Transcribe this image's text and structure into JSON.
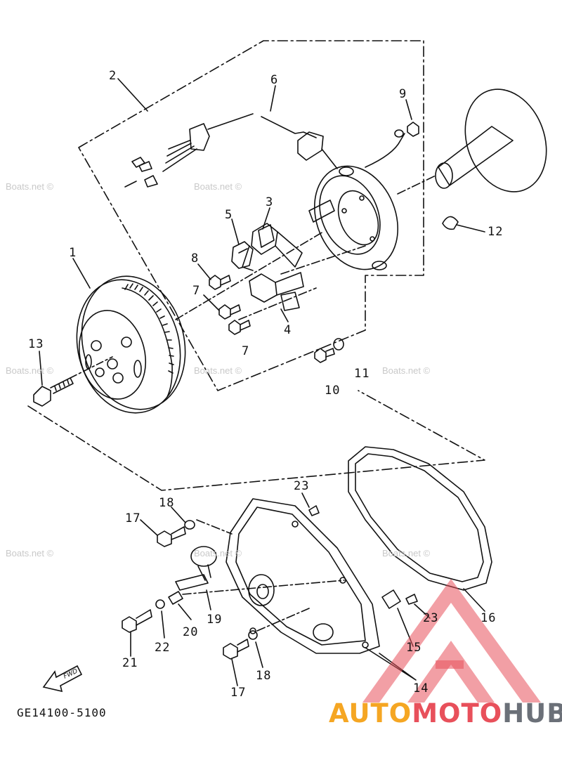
{
  "callouts": [
    {
      "id": "c2",
      "text": "2"
    },
    {
      "id": "c6",
      "text": "6"
    },
    {
      "id": "c9",
      "text": "9"
    },
    {
      "id": "c3",
      "text": "3"
    },
    {
      "id": "c5",
      "text": "5"
    },
    {
      "id": "c1",
      "text": "1"
    },
    {
      "id": "c8",
      "text": "8"
    },
    {
      "id": "c7a",
      "text": "7"
    },
    {
      "id": "c4",
      "text": "4"
    },
    {
      "id": "c7b",
      "text": "7"
    },
    {
      "id": "c12",
      "text": "12"
    },
    {
      "id": "c13",
      "text": "13"
    },
    {
      "id": "c10",
      "text": "10"
    },
    {
      "id": "c11",
      "text": "11"
    },
    {
      "id": "c23a",
      "text": "23"
    },
    {
      "id": "c18a",
      "text": "18"
    },
    {
      "id": "c17a",
      "text": "17"
    },
    {
      "id": "c16",
      "text": "16"
    },
    {
      "id": "c19",
      "text": "19"
    },
    {
      "id": "c20",
      "text": "20"
    },
    {
      "id": "c22",
      "text": "22"
    },
    {
      "id": "c21",
      "text": "21"
    },
    {
      "id": "c23b",
      "text": "23"
    },
    {
      "id": "c15",
      "text": "15"
    },
    {
      "id": "c14",
      "text": "14"
    },
    {
      "id": "c18b",
      "text": "18"
    },
    {
      "id": "c17b",
      "text": "17"
    }
  ],
  "watermarks": [
    {
      "id": "w1",
      "text": "Boats.net ©"
    },
    {
      "id": "w2",
      "text": "Boats.net ©"
    },
    {
      "id": "w3",
      "text": "Boats.net ©"
    },
    {
      "id": "w4",
      "text": "Boats.net ©"
    },
    {
      "id": "w5",
      "text": "Boats.net ©"
    },
    {
      "id": "w6",
      "text": "Boats.net ©"
    },
    {
      "id": "w7",
      "text": "Boats.net ©"
    },
    {
      "id": "w8",
      "text": "Boats.net ©"
    }
  ],
  "fwd_label": "FWD",
  "diagram_code": "GE14100-5100",
  "brand": {
    "part1": "AUTO",
    "part2": "MOTO",
    "part3": "HUB"
  },
  "colors": {
    "ink": "#111111",
    "logo_red": "#e8505b",
    "logo_orange": "#f5a623",
    "logo_gray": "#6b7078",
    "watermark": "#c9c9c9"
  }
}
